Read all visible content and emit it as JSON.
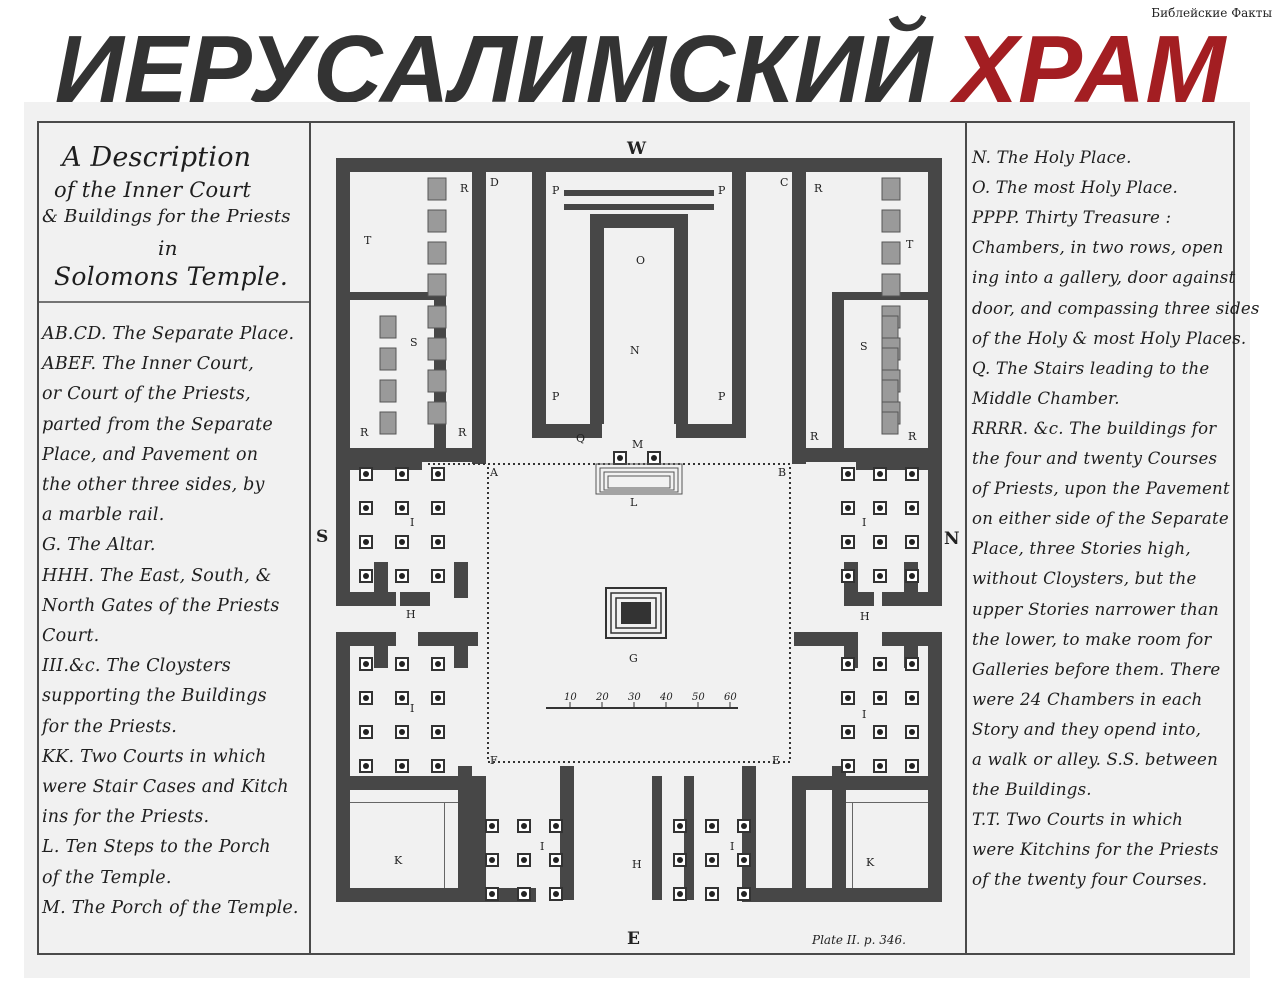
{
  "site_label": "Библейские Факты",
  "headline": {
    "part1": "ИЕРУСАЛИМСКИЙ",
    "part2": "ХРАМ",
    "color1": "#333333",
    "color2": "#a31e22"
  },
  "title_block": [
    "A Description",
    "of the Inner Court",
    "& Buildings for the Priests",
    "in",
    "Solomons Temple."
  ],
  "left_legend": [
    "AB.CD. The Separate Place.",
    "ABEF. The Inner Court,",
    "or Court of the Priests,",
    "parted from the Separate",
    "Place, and Pavement on",
    "the other three sides, by",
    "a marble rail.",
    "G. The Altar.",
    "HHH. The East, South, &",
    "North Gates of the Priests",
    "Court.",
    "III.&c. The Cloysters",
    "supporting the Buildings",
    "for the Priests.",
    "KK. Two Courts in which",
    "were Stair Cases and Kitch",
    "ins for the Priests.",
    "L. Ten Steps to the Porch",
    "of the Temple.",
    "M. The Porch of the Temple."
  ],
  "right_legend": [
    "N. The Holy Place.",
    "O. The most Holy Place.",
    "PPPP. Thirty Treasure :",
    "Chambers, in two rows, open",
    "ing into a gallery, door against",
    "door, and compassing three sides",
    "of the Holy & most Holy Places.",
    "Q. The Stairs leading to the",
    "Middle Chamber.",
    "RRRR. &c. The buildings for",
    "the four and twenty Courses",
    "of Priests, upon the Pavement",
    "on either side of the Separate",
    "Place, three Stories high,",
    "without Cloysters, but the",
    "upper Stories narrower than",
    "the lower, to make room for",
    "Galleries before them. There",
    "were 24 Chambers in each",
    "Story and they opend into,",
    "a walk or alley. S.S. between",
    "the Buildings.",
    "T.T. Two Courts in which",
    "were Kitchins for the Priests",
    "of the twenty four Courses."
  ],
  "plan": {
    "compass": {
      "west": "W",
      "east": "E",
      "south": "S",
      "north": "N"
    },
    "scale_ticks": [
      "10",
      "20",
      "30",
      "40",
      "50",
      "60"
    ],
    "plate_note": "Plate II. p. 346.",
    "labels": {
      "O": "O",
      "N": "N",
      "L": "L",
      "G": "G",
      "M": "M",
      "Q": "Q",
      "A": "A",
      "B": "B",
      "C": "C",
      "D": "D",
      "E": "E",
      "F": "F",
      "P": "P",
      "R": "R",
      "S": "S",
      "T": "T",
      "I": "I",
      "H": "H",
      "K": "K"
    }
  }
}
